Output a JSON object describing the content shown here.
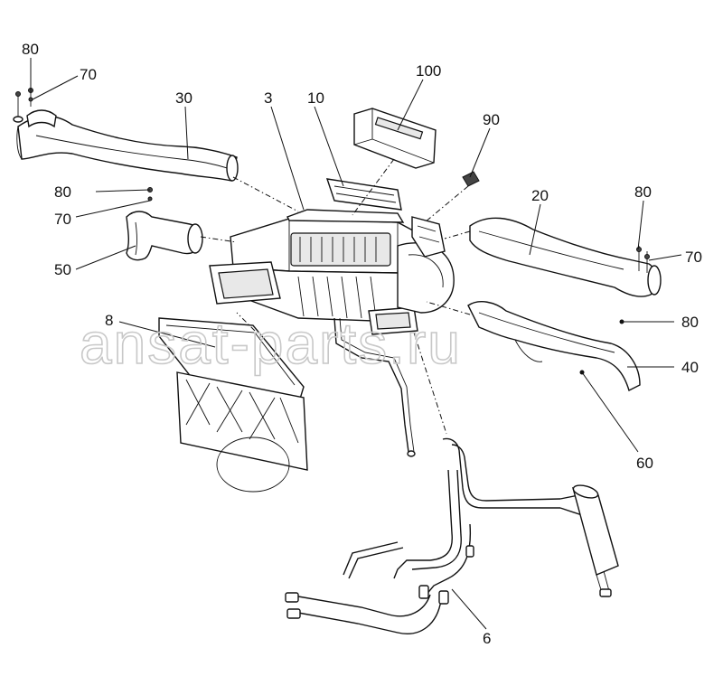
{
  "watermark": "ansat-parts.ru",
  "callouts": {
    "c80_top_left": "80",
    "c70_top_left": "70",
    "c30": "30",
    "c3": "3",
    "c10": "10",
    "c100": "100",
    "c90": "90",
    "c80_mid_left": "80",
    "c70_mid_left": "70",
    "c50": "50",
    "c20": "20",
    "c80_right_upper": "80",
    "c70_right": "70",
    "c8": "8",
    "c80_right_lower": "80",
    "c40": "40",
    "c60": "60",
    "c6": "6"
  }
}
